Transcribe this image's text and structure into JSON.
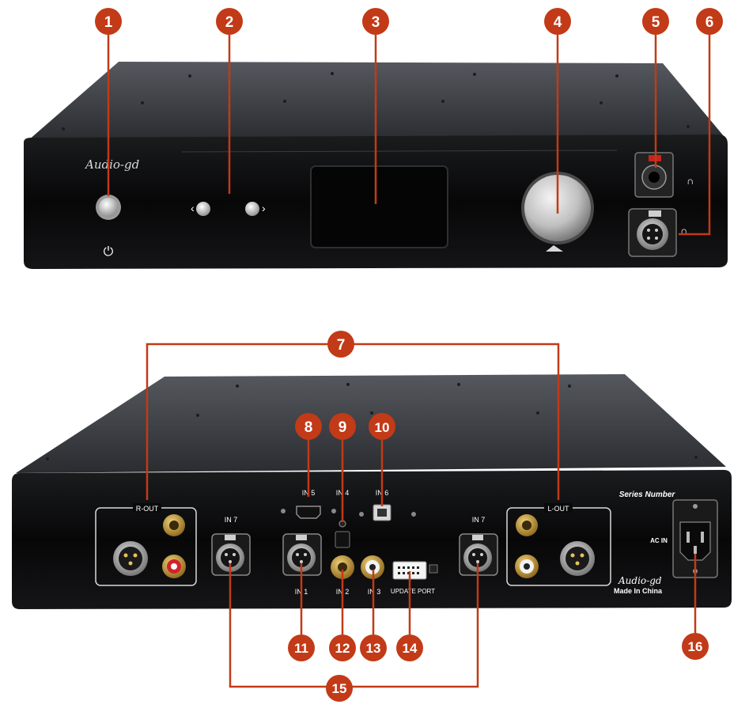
{
  "colors": {
    "callout": "#c23a17",
    "leader": "#c23a17",
    "chassis_top": "#3a3d42",
    "chassis_face": "#0c0c0d",
    "panel_line": "#d9d9d9",
    "brass": "#c79a3a",
    "rca_red": "#d0242a"
  },
  "front": {
    "brand": "Audio-gd",
    "power_symbol": "⏻",
    "arrow_left": "‹",
    "arrow_right": "›"
  },
  "rear": {
    "label_r_out": "R-OUT",
    "label_l_out": "L-OUT",
    "label_in5": "IN 5",
    "label_in4": "IN 4",
    "label_in6": "IN 6",
    "label_in7_left": "IN 7",
    "label_in7_right": "IN 7",
    "label_in1": "IN 1",
    "label_in2": "IN 2",
    "label_in3": "IN 3",
    "label_update": "UPDATE PORT",
    "label_series": "Series Number",
    "label_acin": "AC IN",
    "brand": "Audio-gd",
    "made_in": "Made In China"
  },
  "callouts": [
    "1",
    "2",
    "3",
    "4",
    "5",
    "6",
    "7",
    "8",
    "9",
    "10",
    "11",
    "12",
    "13",
    "14",
    "15",
    "16"
  ]
}
